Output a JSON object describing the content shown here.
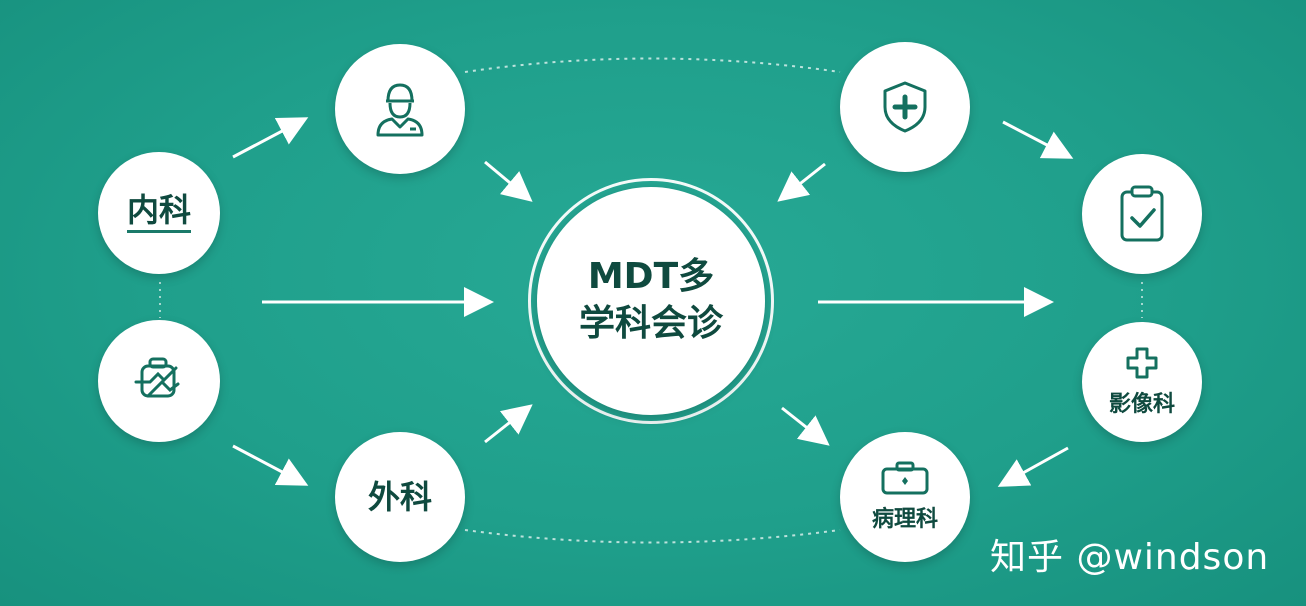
{
  "center": {
    "line1": "MDT多",
    "line2": "学科会诊"
  },
  "nodes": {
    "internal": "内科",
    "surgery": "外科",
    "imaging": "影像科",
    "pathology": "病理科"
  },
  "icons": {
    "doctor": "doctor-icon",
    "shield": "shield-plus-icon",
    "clipboard": "clipboard-check-icon",
    "medkit": "medical-kit-icon",
    "cross": "medical-cross-icon",
    "briefcase": "medical-briefcase-icon"
  },
  "colors": {
    "background": "#1f9f8b",
    "node": "#ffffff",
    "text": "#0f4a3f",
    "arrow": "#ffffff"
  },
  "watermark": "知乎 @windson"
}
